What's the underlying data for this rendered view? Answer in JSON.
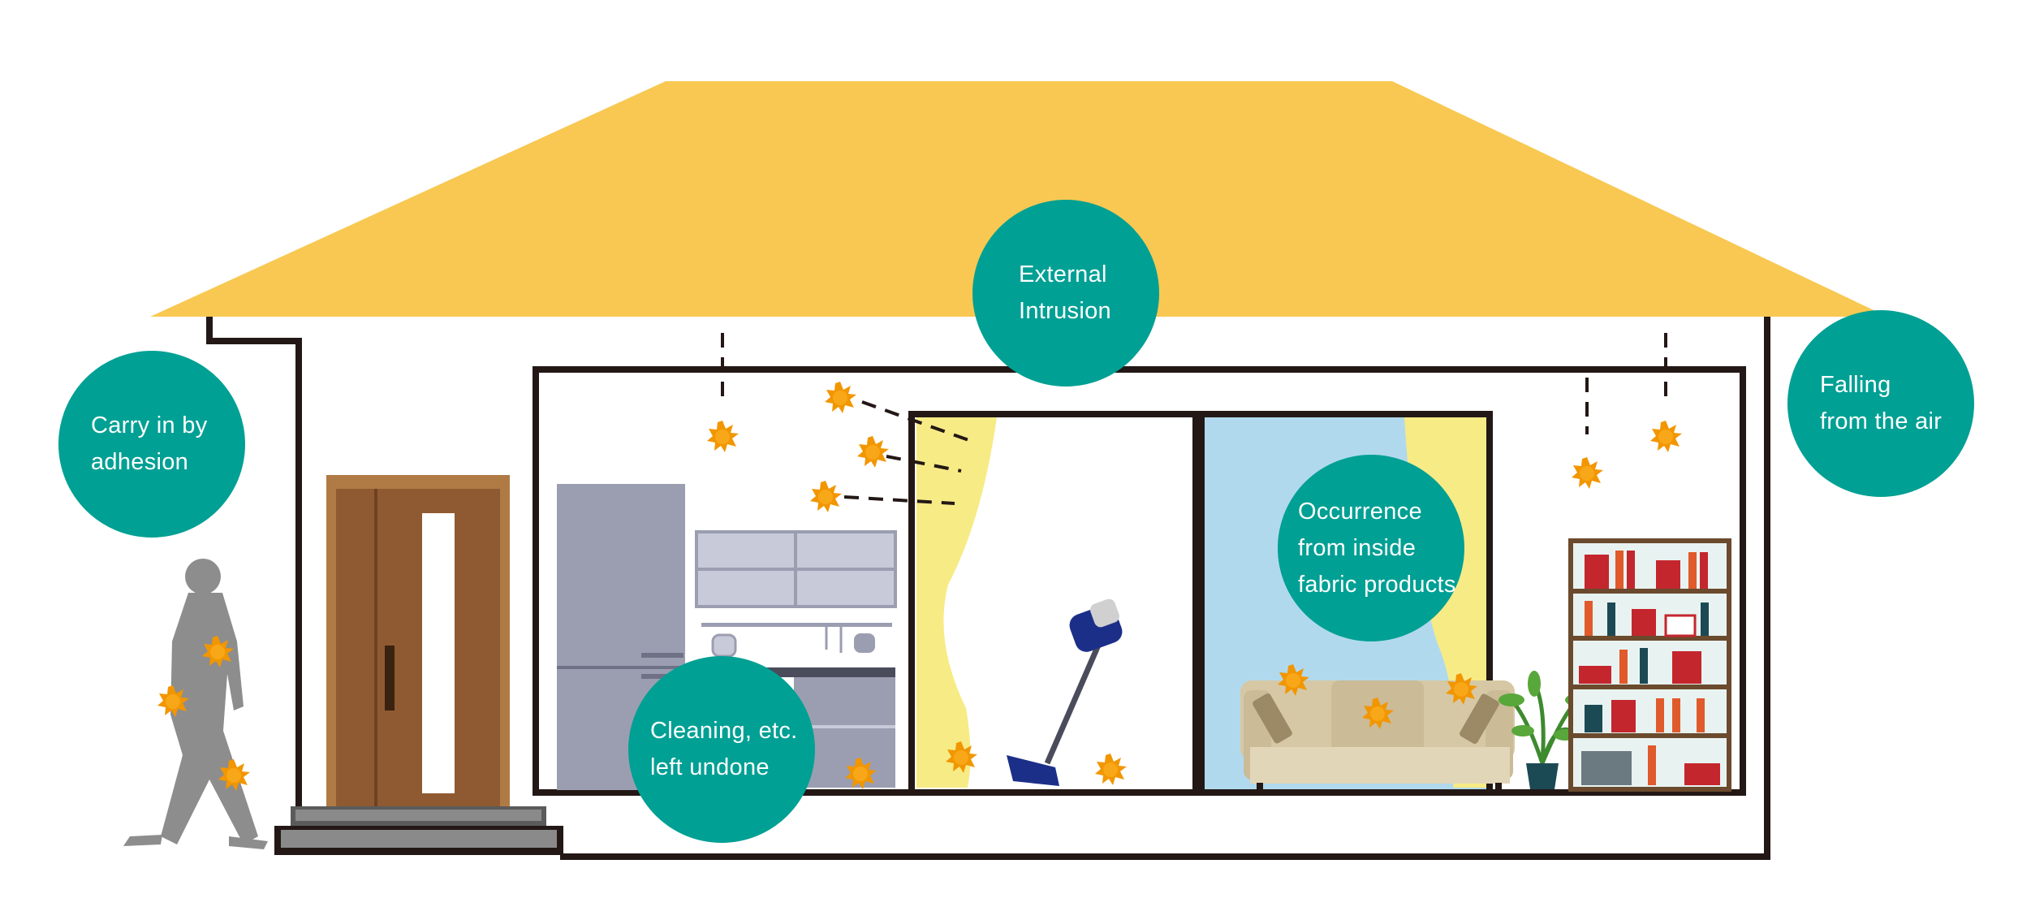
{
  "labels": {
    "carry_in": [
      "Carry in by",
      "adhesion"
    ],
    "external": [
      "External",
      "Intrusion"
    ],
    "falling": [
      "Falling",
      "from the air"
    ],
    "occurrence": [
      "Occurrence",
      "from inside",
      "fabric products"
    ],
    "cleaning": [
      "Cleaning, etc.",
      "left undone"
    ]
  },
  "colors": {
    "roof": "#f8c852",
    "bubble": "#00a094",
    "outline": "#231815",
    "dust": "#f29600",
    "door": "#8f5a32",
    "door_frame": "#b07a45",
    "fridge": "#9b9eb0",
    "curtain": "#f7eb86",
    "window_blue": "#b1d9ee",
    "sofa": "#cbbb97",
    "person": "#8d8d8d",
    "vacuum": "#1c2f88"
  },
  "icons": [
    "person-icon",
    "door-icon",
    "refrigerator-icon",
    "kitchen-cabinet-icon",
    "curtain-icon",
    "vacuum-cleaner-icon",
    "sofa-icon",
    "plant-icon",
    "bookshelf-icon",
    "dust-particle-icon"
  ]
}
